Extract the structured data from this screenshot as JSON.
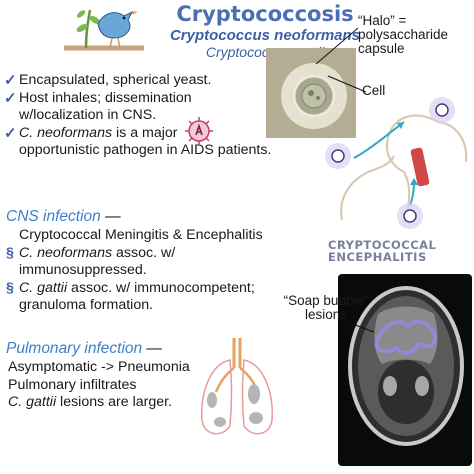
{
  "title": "Cryptococcosis",
  "subtitle_species1": "Cryptococcus neoformans",
  "subtitle_species2": "Cryptococcus gattii",
  "bullets": [
    {
      "line1": "Encapsulated, spherical yeast.",
      "line2": ""
    },
    {
      "line1": "Host inhales; dissemination",
      "line2": "w/localization in CNS."
    },
    {
      "line1_italic": "C. neoformans",
      "line1_rest": " is a major",
      "line2": "opportunistic pathogen in AIDS patients."
    }
  ],
  "cns": {
    "heading": "CNS infection",
    "dash": " —",
    "line1": "Cryptococcal Meningitis & Encephalitis",
    "line2_italic": "C. neoformans",
    "line2_rest": " assoc. w/ immunosuppressed.",
    "line3_italic": "C. gattii",
    "line3_rest": " assoc. w/ immunocompetent;",
    "line4": "granuloma formation."
  },
  "pulmonary": {
    "heading": "Pulmonary infection",
    "dash": " —",
    "line1": "Asymptomatic -> Pneumonia",
    "line2": "Pulmonary infiltrates",
    "line3_italic": "C. gattii",
    "line3_rest": " lesions are larger."
  },
  "figure": {
    "halo_label": "“Halo” = polysaccharide capsule",
    "cell_label": "Cell",
    "encephalitis_label": "CRYPTOCOCCAL ENCEPHALITIS",
    "soap_label": "“Soap bubble” lesions"
  },
  "colors": {
    "title_blue": "#4a6fb5",
    "heading_blue": "#3f7fc6",
    "lesion_purple": "#9a86d6"
  }
}
